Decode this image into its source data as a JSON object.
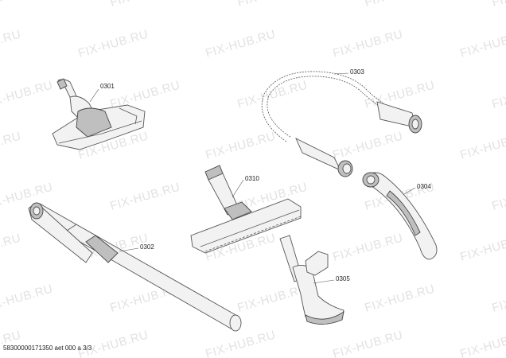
{
  "watermark": "FIX-HUB.RU",
  "parts": [
    {
      "id": "p0301",
      "label": "0301"
    },
    {
      "id": "p0302",
      "label": "0302"
    },
    {
      "id": "p0303",
      "label": "0303"
    },
    {
      "id": "p0304",
      "label": "0304"
    },
    {
      "id": "p0305",
      "label": "0305"
    },
    {
      "id": "p0310",
      "label": "0310"
    }
  ],
  "footer": "58300000171350 aet 000 a 3/3"
}
